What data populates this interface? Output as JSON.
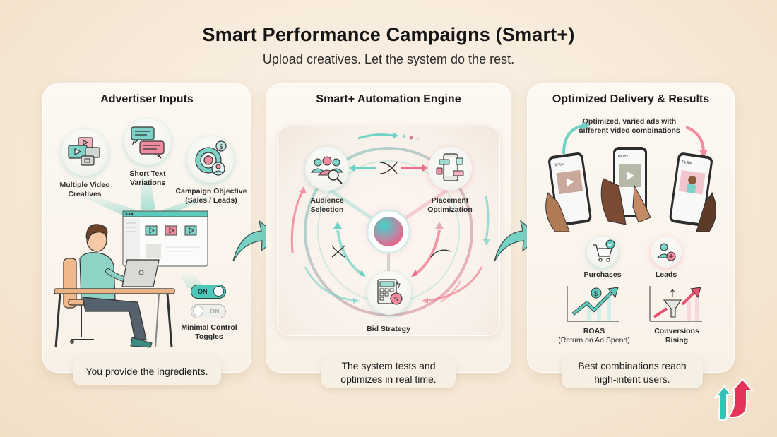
{
  "header": {
    "title": "Smart Performance Campaigns (Smart+)",
    "subtitle": "Upload creatives. Let the system do the rest."
  },
  "panels": [
    {
      "title": "Advertiser Inputs",
      "items": [
        {
          "label_line1": "Multiple Video",
          "label_line2": "Creatives",
          "icon": "video-stack-icon"
        },
        {
          "label_line1": "Short Text",
          "label_line2": "Variations",
          "icon": "chat-bubbles-icon"
        },
        {
          "label_line1": "Campaign Objective",
          "label_line2": "(Sales / Leads)",
          "icon": "target-icon"
        }
      ],
      "toggles": {
        "on_label": "ON",
        "off_label": "ON",
        "label_line1": "Minimal Control",
        "label_line2": "Toggles"
      },
      "caption": "You provide the ingredients."
    },
    {
      "title": "Smart+ Automation Engine",
      "nodes": [
        {
          "label_line1": "Audience",
          "label_line2": "Selection",
          "icon": "audience-search-icon"
        },
        {
          "label_line1": "Placement",
          "label_line2": "Optimization",
          "icon": "phone-placement-icon"
        },
        {
          "label_line1": "Bid Strategy",
          "label_line2": "",
          "icon": "calculator-dollar-icon"
        }
      ],
      "caption_line1": "The system tests and",
      "caption_line2": "optimizes in real time."
    },
    {
      "title": "Optimized Delivery & Results",
      "note_line1": "Optimized, varied ads with",
      "note_line2": "different video combinations",
      "phone_brand": "TikTok",
      "results": [
        {
          "label": "Purchases",
          "icon": "cart-check-icon"
        },
        {
          "label": "Leads",
          "icon": "user-plus-icon"
        }
      ],
      "metrics": [
        {
          "label_line1": "ROAS",
          "label_line2": "(Return on Ad Spend)",
          "icon": "roas-chart-icon"
        },
        {
          "label_line1": "Conversions",
          "label_line2": "Rising",
          "icon": "funnel-rising-icon"
        }
      ],
      "caption_line1": "Best combinations reach",
      "caption_line2": "high-intent users."
    }
  ],
  "colors": {
    "teal": "#4fc7b8",
    "pink": "#e9506f",
    "background": "#f7ead9",
    "panel": "#fcf8f2"
  }
}
